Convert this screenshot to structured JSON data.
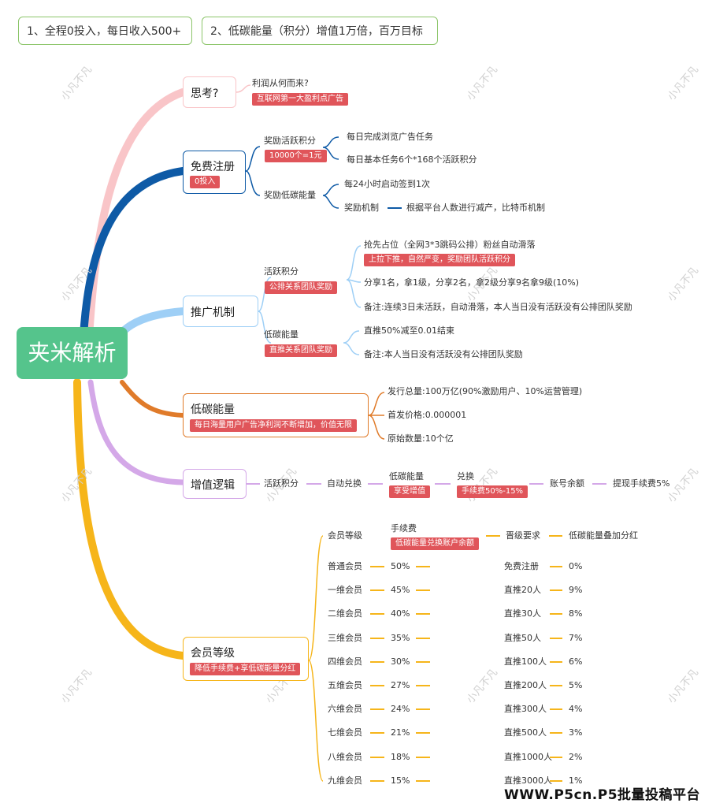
{
  "header": {
    "item1": "1、全程0投入，每日收入500+",
    "item2": "2、低碳能量（积分）增值1万倍，百万目标"
  },
  "root": "夹米解析",
  "watermark": "小凡不凡",
  "think": {
    "title": "思考?",
    "q": "利润从何而来?",
    "tag": "互联网第一大盈利点广告"
  },
  "reg": {
    "title": "免费注册",
    "tag": "0投入",
    "active_label": "奖励活跃积分",
    "active_tag": "10000个=1元",
    "active_items": [
      "每日完成浏览广告任务",
      "每日基本任务6个*168个活跃积分"
    ],
    "low_label": "奖励低碳能量",
    "low_item1": "每24小时启动签到1次",
    "low_mech": "奖励机制",
    "low_mech_desc": "根据平台人数进行减产，比特币机制"
  },
  "promo": {
    "title": "推广机制",
    "active_label": "活跃积分",
    "active_tag": "公排关系团队奖励",
    "a1": "抢先占位（全网3*3跳码公排）粉丝自动滑落",
    "a1_tag": "上拉下推，自然严变，奖励团队活跃积分",
    "a2": "分享1名，拿1级，分享2名，拿2级分享9名拿9级(10%)",
    "a3": "备注:连续3日未活跃，自动滑落，本人当日没有活跃没有公排团队奖励",
    "low_label": "低碳能量",
    "low_tag": "直推关系团队奖励",
    "l1": "直推50%减至0.01结束",
    "l2": "备注:本人当日没有活跃没有公排团队奖励"
  },
  "energy": {
    "title": "低碳能量",
    "tag": "每日海量用户广告净利润不断增加，价值无限",
    "items": [
      "发行总量:100万亿(90%激励用户、10%运营管理)",
      "首发价格:0.000001",
      "原始数量:10个亿"
    ]
  },
  "value": {
    "title": "增值逻辑",
    "flow1": "活跃积分",
    "flow2": "自动兑换",
    "flow3": "低碳能量",
    "flow3_tag": "享受增值",
    "flow4": "兑换",
    "flow4_tag": "手续费50%-15%",
    "flow5": "账号余额",
    "flow6": "提现手续费5%"
  },
  "member": {
    "title": "会员等级",
    "tag": "降低手续费+享低碳能量分红",
    "head_level": "会员等级",
    "head_fee": "手续费",
    "head_fee_tag": "低碳能量兑换账户余额",
    "head_req": "晋级要求",
    "head_bonus": "低碳能量叠加分红",
    "rows": [
      {
        "level": "普通会员",
        "fee": "50%",
        "req": "免费注册",
        "bonus": "0%"
      },
      {
        "level": "一维会员",
        "fee": "45%",
        "req": "直推20人",
        "bonus": "9%"
      },
      {
        "level": "二维会员",
        "fee": "40%",
        "req": "直推30人",
        "bonus": "8%"
      },
      {
        "level": "三维会员",
        "fee": "35%",
        "req": "直推50人",
        "bonus": "7%"
      },
      {
        "level": "四维会员",
        "fee": "30%",
        "req": "直推100人",
        "bonus": "6%"
      },
      {
        "level": "五维会员",
        "fee": "27%",
        "req": "直推200人",
        "bonus": "5%"
      },
      {
        "level": "六维会员",
        "fee": "24%",
        "req": "直推300人",
        "bonus": "4%"
      },
      {
        "level": "七维会员",
        "fee": "21%",
        "req": "直推500人",
        "bonus": "3%"
      },
      {
        "level": "八维会员",
        "fee": "18%",
        "req": "直推1000人",
        "bonus": "2%"
      },
      {
        "level": "九维会员",
        "fee": "15%",
        "req": "直推3000人",
        "bonus": "1%"
      }
    ]
  },
  "footer": "WWW.P5cn.P5批量投稿平台",
  "colors": {
    "root": "#55c48c",
    "think": "#f9c5c8",
    "reg": "#0e5aa6",
    "promo": "#9ecff6",
    "energy": "#e07b2a",
    "value": "#d4a8e8",
    "member": "#f6b51a",
    "tag": "#e0555a"
  }
}
